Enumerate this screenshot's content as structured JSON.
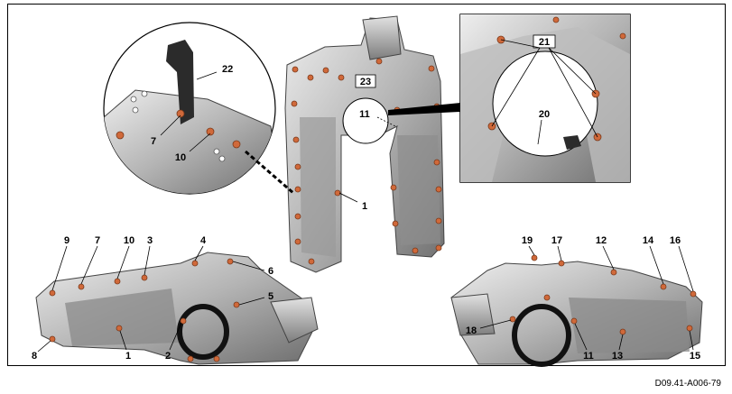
{
  "figure": {
    "document_id": "D09.41-A006-79",
    "callouts_left_manifold": [
      "9",
      "7",
      "10",
      "3",
      "4",
      "6",
      "5",
      "8",
      "1",
      "2"
    ],
    "callouts_top_center": [
      "23",
      "11",
      "1"
    ],
    "callouts_detail_left": [
      "22",
      "7",
      "10"
    ],
    "callouts_detail_right": [
      "21",
      "20"
    ],
    "callouts_right_manifold": [
      "19",
      "17",
      "12",
      "14",
      "16",
      "18",
      "11",
      "13",
      "15"
    ]
  },
  "colors": {
    "metal_light": "#d9d9d9",
    "metal_mid": "#a9a9a9",
    "metal_dark": "#5f5f5f",
    "bolt": "#d0693a",
    "line": "#000000"
  }
}
